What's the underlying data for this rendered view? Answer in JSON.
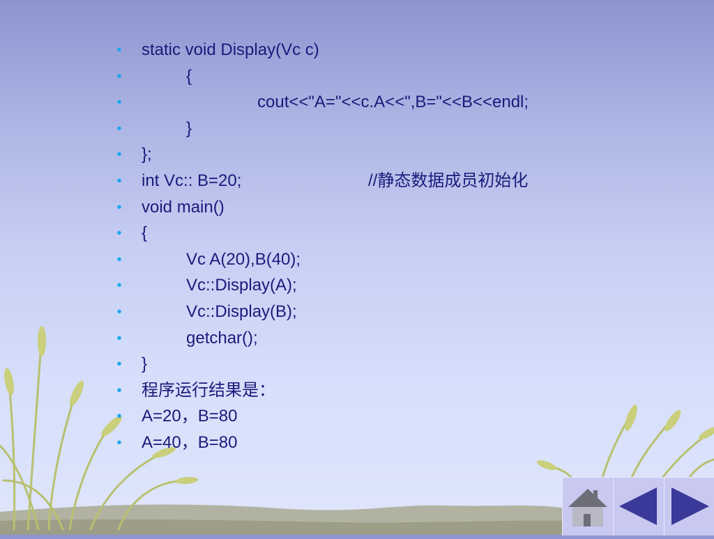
{
  "slide": {
    "lines": [
      {
        "indent": 0,
        "text": "static void Display(Vc c)"
      },
      {
        "indent": 1,
        "text": "{"
      },
      {
        "indent": 2,
        "text": "cout<<\"A=\"<<c.A<<\",B=\"<<B<<endl;"
      },
      {
        "indent": 1,
        "text": "}"
      },
      {
        "indent": 0,
        "text": "};"
      },
      {
        "indent": 0,
        "text": "int Vc:: B=20;",
        "comment": "//静态数据成员初始化"
      },
      {
        "indent": 0,
        "text": "void main()"
      },
      {
        "indent": 0,
        "text": "{"
      },
      {
        "indent": 1,
        "text": "Vc A(20),B(40);"
      },
      {
        "indent": 1,
        "text": "Vc::Display(A);"
      },
      {
        "indent": 1,
        "text": "Vc::Display(B);"
      },
      {
        "indent": 1,
        "text": "getchar();"
      },
      {
        "indent": 0,
        "text": "}"
      },
      {
        "indent": 0,
        "text": "程序运行结果是："
      },
      {
        "indent": 0,
        "text": "A=20，B=80"
      },
      {
        "indent": 0,
        "text": "A=40，B=80"
      }
    ]
  },
  "nav": {
    "home_icon": "home-icon",
    "prev_icon": "left-arrow-icon",
    "next_icon": "right-arrow-icon"
  },
  "colors": {
    "text": "#1a1a7a",
    "bullet": "#1aa6ee",
    "nav_bg": "#c8c8f0",
    "nav_icon": "#3a3a9a"
  }
}
